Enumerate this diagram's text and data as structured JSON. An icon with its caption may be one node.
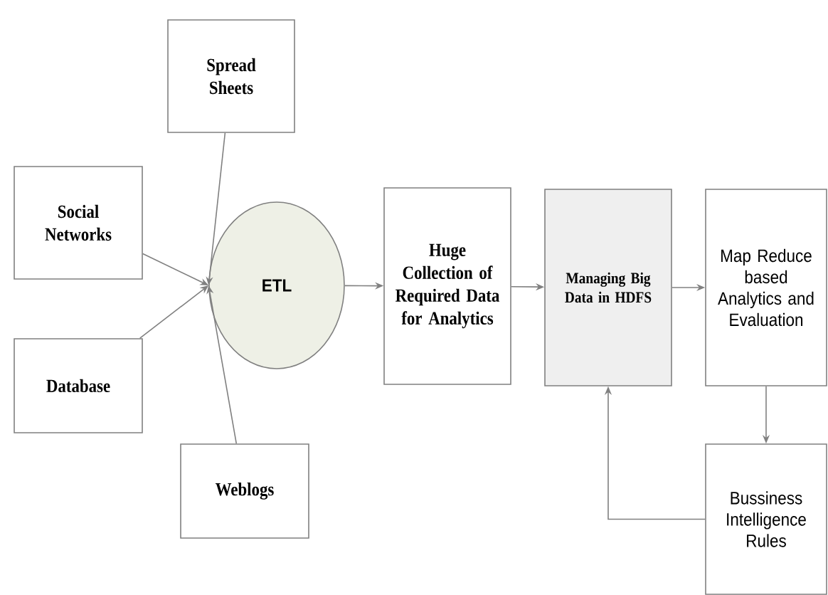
{
  "diagram": {
    "nodes": [
      {
        "text": [
          "Spread Sheets"
        ]
      },
      {
        "text": [
          "Social Networks"
        ]
      },
      {
        "text": [
          "Database"
        ]
      },
      {
        "text": [
          "Weblogs"
        ]
      },
      {
        "text": [
          "ETL"
        ]
      },
      {
        "text": [
          "Huge Collection of Required Data for Analytics"
        ]
      },
      {
        "text": [
          "Managing Big Data in HDFS"
        ]
      },
      {
        "text": [
          "Map Reduce based Analytics and Evaluation"
        ]
      },
      {
        "text": [
          "Bussiness Intelligence Rules"
        ]
      }
    ],
    "edges": [
      {
        "from": 0,
        "to": 4,
        "arrow": "to"
      },
      {
        "from": 1,
        "to": 4,
        "arrow": "to"
      },
      {
        "from": 2,
        "to": 4,
        "arrow": "to"
      },
      {
        "from": 3,
        "to": 4,
        "arrow": "to"
      },
      {
        "from": 4,
        "to": 5,
        "arrow": "to"
      },
      {
        "from": 5,
        "to": 6,
        "arrow": "to"
      },
      {
        "from": 6,
        "to": 7,
        "arrow": "to"
      },
      {
        "from": 7,
        "to": 8,
        "arrow": "to"
      },
      {
        "from": 8,
        "to": 6,
        "arrow": "to"
      }
    ]
  }
}
